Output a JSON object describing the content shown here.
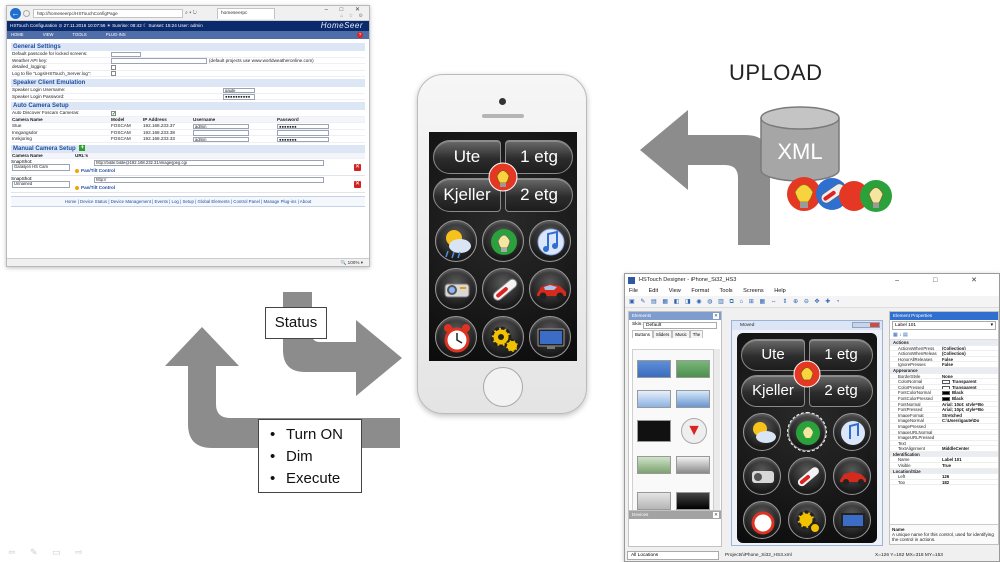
{
  "colors": {
    "arrow": "#8c8c8c",
    "hs_blue": "#0a2a6c",
    "accent_blue": "#1f4fa0",
    "red_x": "#d42020"
  },
  "upload_label": "UPLOAD",
  "xml_label": "XML",
  "status_label": "Status",
  "commands": [
    "Turn ON",
    "Dim",
    "Execute"
  ],
  "browser": {
    "address": "http://homeseerpc/HSTouchConfigPage",
    "search_icon": "search-icon",
    "tab": "homeseerpc",
    "win_controls": "–  □  ✕",
    "hs_bar": "HSTouch Configuration  ⊙ 27.11.2016 10:07:56  ☀ Sunrise: 08:42  ☾ Sunset: 15:24  User: admin",
    "logo": "HomeSeer",
    "nav": [
      "HOME",
      "VIEW",
      "TOOLS",
      "PLUG-INS"
    ],
    "general_settings": {
      "title": "General Settings",
      "rows": [
        {
          "label": "Default passcode for locked screens:",
          "value": ""
        },
        {
          "label": "Weather API key:",
          "value": "",
          "note": "(default projects use www.worldweatheronline.com)"
        },
        {
          "label": "detailed_logging:",
          "value": ""
        },
        {
          "label": "Log to file \"Logs\\HSTouch_Server.log\":",
          "value": ""
        }
      ]
    },
    "speaker_client": {
      "title": "Speaker Client Emulation",
      "rows": [
        {
          "label": "Speaker Login Username:",
          "value": "gaute"
        },
        {
          "label": "Speaker Login Password:",
          "value": "●●●●●●●●●●"
        }
      ]
    },
    "auto_camera": {
      "title": "Auto Camera Setup",
      "discover_label": "Auto Discover Foscam Cameras:",
      "headers": [
        "Camera Name",
        "Model",
        "IP Address",
        "Username",
        "Password"
      ],
      "rows": [
        {
          "name": "Stue",
          "model": "FOSCAM",
          "ip": "192.168.233.37",
          "user": "admin",
          "pass": "●●●●●●●"
        },
        {
          "name": "Inngangsdor",
          "model": "FOSCAM",
          "ip": "192.168.233.38",
          "user": "",
          "pass": ""
        },
        {
          "name": "Innkjoring",
          "model": "FOSCAM",
          "ip": "192.168.233.33",
          "user": "admin",
          "pass": "●●●●●●●"
        }
      ]
    },
    "manual_camera": {
      "title": "Manual Camera Setup",
      "headers": [
        "Camera Name",
        "URL's"
      ],
      "rows": [
        {
          "name": "Garasjen HS Cam",
          "snapshot_label": "SnapShot:",
          "url": "http://bilde:bilde@192.168.232.31/image/jpeg.cgi",
          "ptz": "Pan/Tilt Control"
        },
        {
          "name": "Unnamed",
          "snapshot_label": "SnapShot:",
          "url": "http://",
          "ptz": "Pan/Tilt Control"
        }
      ]
    },
    "footer_links": "Home | Device Status | Device Management | Events | Log | Setup | Global Elements | Control Panel | Manage Plug-ins | About",
    "zoom": "🔍 100%  ▾"
  },
  "phone_ui": {
    "buttons": {
      "ute": "Ute",
      "etg1": "1 etg",
      "kjeller": "Kjeller",
      "etg2": "2 etg"
    },
    "icons": [
      "weather-icon",
      "lightbulb-icon",
      "music-icon",
      "projector-icon",
      "thermometer-icon",
      "car-icon",
      "alarm-clock-icon",
      "gear-icon",
      "tv-icon"
    ]
  },
  "designer": {
    "title": "HSTouch Designer - iPhone_Si32_HS3",
    "win_controls": "–  □  ✕",
    "menu": [
      "File",
      "Edit",
      "View",
      "Format",
      "Tools",
      "Screens",
      "Help"
    ],
    "elements_pane": "Elements",
    "skin_label": "Skin:",
    "skin_value": "Default",
    "tabs": [
      "Buttons",
      "Sliders",
      "Music",
      "The"
    ],
    "devices_pane": "Devices",
    "locations": "All Locations",
    "path": "Projects\\iPhone_Si32_HS3.xml",
    "coords": "X=126   Y=182   MX=318   MY=153",
    "canvas_title": "Moved",
    "phone_buttons": {
      "ute": "Ute",
      "etg1": "1 etg",
      "kjeller": "Kjeller",
      "etg2": "2 etg"
    },
    "props_pane": "Element Properties",
    "props_select": "Label 101",
    "props": [
      {
        "type": "cat",
        "k": "Actions"
      },
      {
        "k": "ActionsWhenPress",
        "v": "(Collection)"
      },
      {
        "k": "ActionsWhenReleas",
        "v": "(Collection)"
      },
      {
        "k": "HonorAllReleases",
        "v": "False"
      },
      {
        "k": "IgnorePresses",
        "v": "False"
      },
      {
        "type": "cat",
        "k": "Appearance"
      },
      {
        "k": "BorderStyle",
        "v": "None"
      },
      {
        "k": "ColorNormal",
        "v": "Transparent",
        "sw": "#ffffff"
      },
      {
        "k": "ColorPressed",
        "v": "Transparent",
        "sw": "#ffffff"
      },
      {
        "k": "FontColorNormal",
        "v": "Black",
        "sw": "#000000"
      },
      {
        "k": "FontColorPressed",
        "v": "Black",
        "sw": "#000000"
      },
      {
        "k": "FontNormal",
        "v": "Arial; 10pt; style=Bo"
      },
      {
        "k": "FontPressed",
        "v": "Arial; 10pt; style=Bo"
      },
      {
        "k": "ImageFormat",
        "v": "Stretched"
      },
      {
        "k": "ImageNormal",
        "v": "C:\\Users\\gaute\\Do"
      },
      {
        "k": "ImagePressed",
        "v": ""
      },
      {
        "k": "ImageURLNormal",
        "v": ""
      },
      {
        "k": "ImageURLPressed",
        "v": ""
      },
      {
        "k": "Text",
        "v": ""
      },
      {
        "k": "TextAlignment",
        "v": "MiddleCenter"
      },
      {
        "type": "cat",
        "k": "Identification"
      },
      {
        "k": "Name",
        "v": "Label 101"
      },
      {
        "k": "Visible",
        "v": "True"
      },
      {
        "type": "cat",
        "k": "Location/Size"
      },
      {
        "k": "Left",
        "v": "126"
      },
      {
        "k": "Top",
        "v": "182"
      }
    ],
    "desc_title": "Name",
    "desc_text": "A unique name for this control, used for identifying the control in actions."
  }
}
